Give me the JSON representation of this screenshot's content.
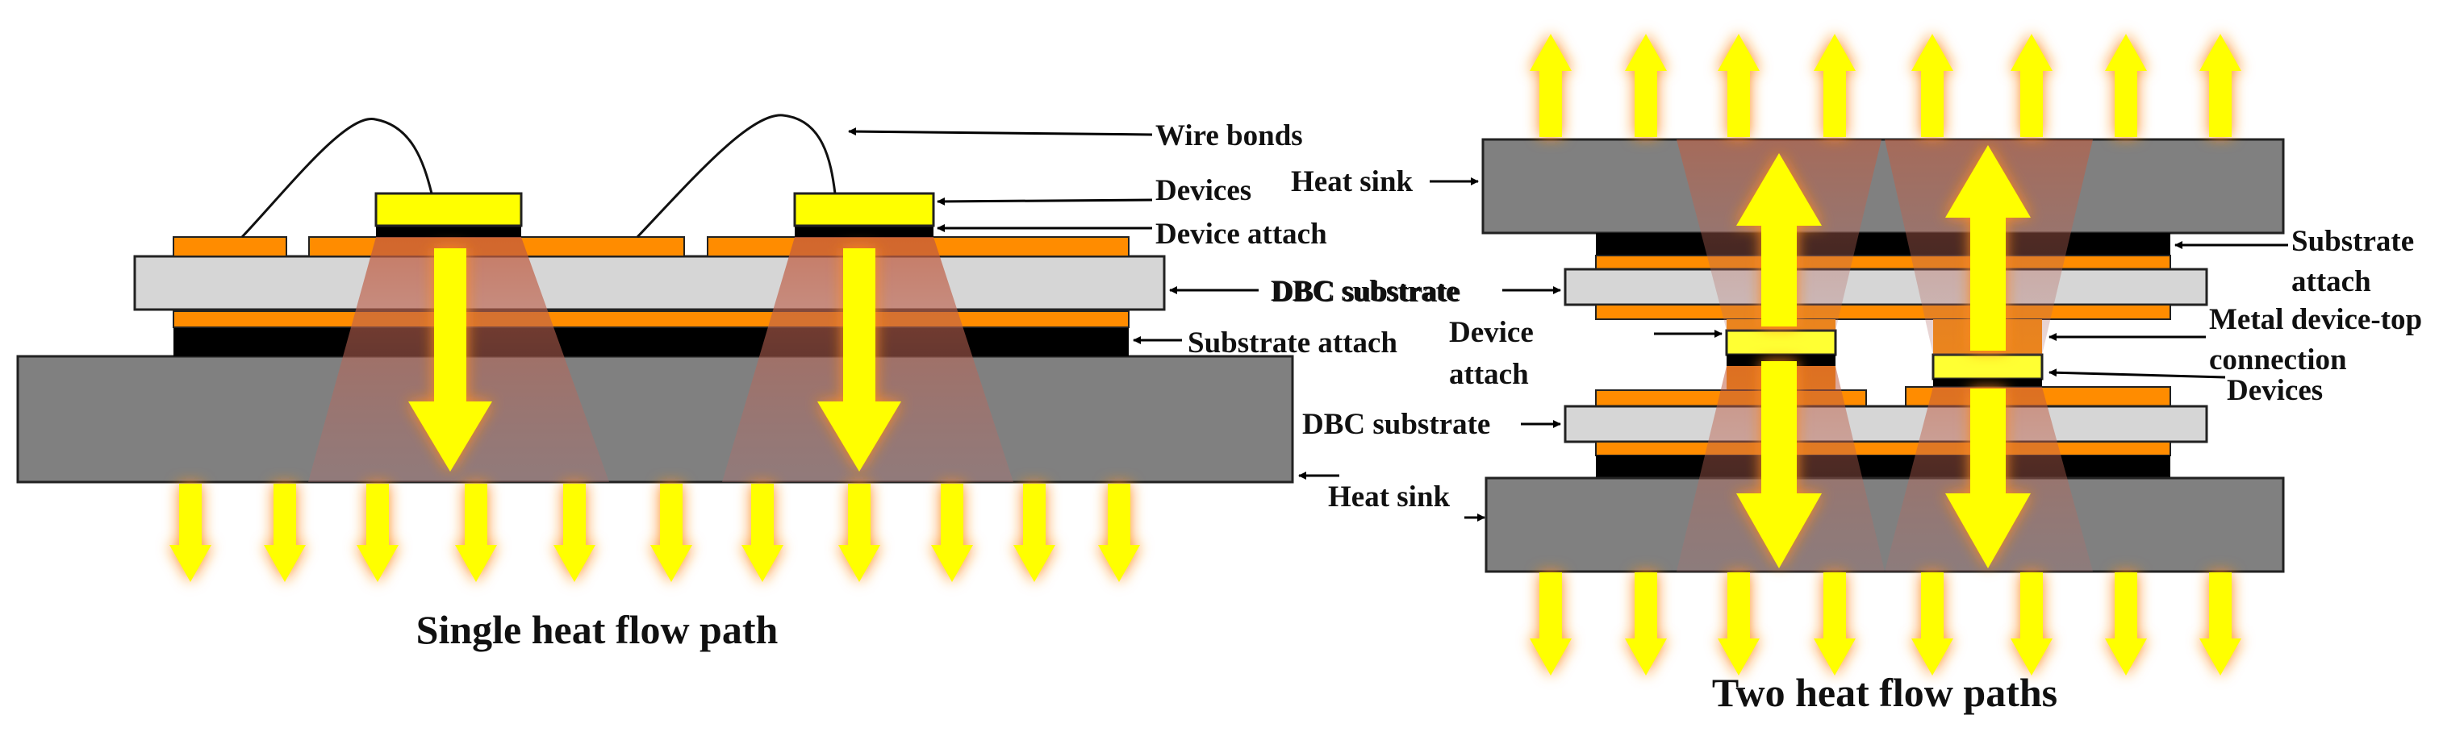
{
  "colors": {
    "heat_sink": "#808080",
    "dbc_ceramic": "#d6d6d6",
    "copper": "#ff8c00",
    "attach": "#000000",
    "device": "#ffff00",
    "arrow": "#ffff00",
    "glow": "#ff8c1a",
    "cone": "#b05040"
  },
  "left": {
    "labels": {
      "wire_bonds": "Wire bonds",
      "devices": "Devices",
      "device_attach": "Device attach",
      "dbc_substrate": "DBC substrate",
      "substrate_attach": "Substrate attach"
    },
    "caption": "Single heat flow path"
  },
  "right": {
    "labels": {
      "heat_sink_top": "Heat sink",
      "substrate_attach_1": "Substrate",
      "substrate_attach_2": "attach",
      "dbc_substrate_top": "DBC substrate",
      "device_attach_1": "Device",
      "device_attach_2": "attach",
      "metal_top_1": "Metal device-top",
      "metal_top_2": "connection",
      "devices": "Devices",
      "dbc_substrate_bottom": "DBC substrate",
      "heat_sink_bottom": "Heat sink"
    },
    "caption": "Two heat flow paths"
  }
}
